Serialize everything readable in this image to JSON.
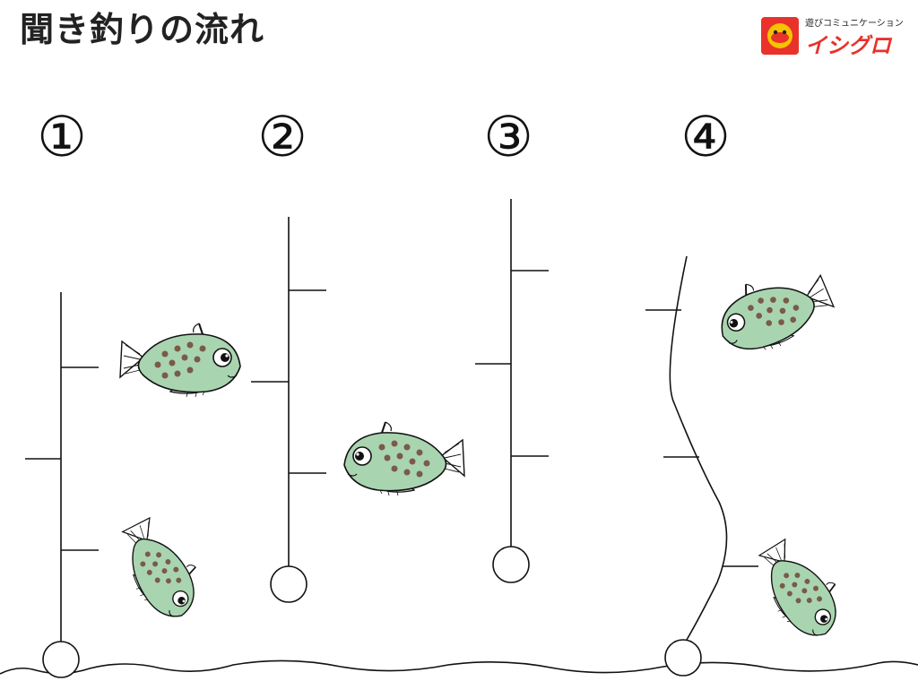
{
  "title": "聞き釣りの流れ",
  "logo": {
    "tagline": "遊びコミュニケーション",
    "brand": "イシグロ"
  },
  "steps": [
    {
      "label": "①"
    },
    {
      "label": "②"
    },
    {
      "label": "③"
    },
    {
      "label": "④"
    }
  ],
  "colors": {
    "fish_body": "#a9d4b0",
    "fish_spots": "#7a5a48",
    "line": "#111111",
    "logo_red": "#e8322a",
    "logo_yellow": "#f5c400"
  }
}
